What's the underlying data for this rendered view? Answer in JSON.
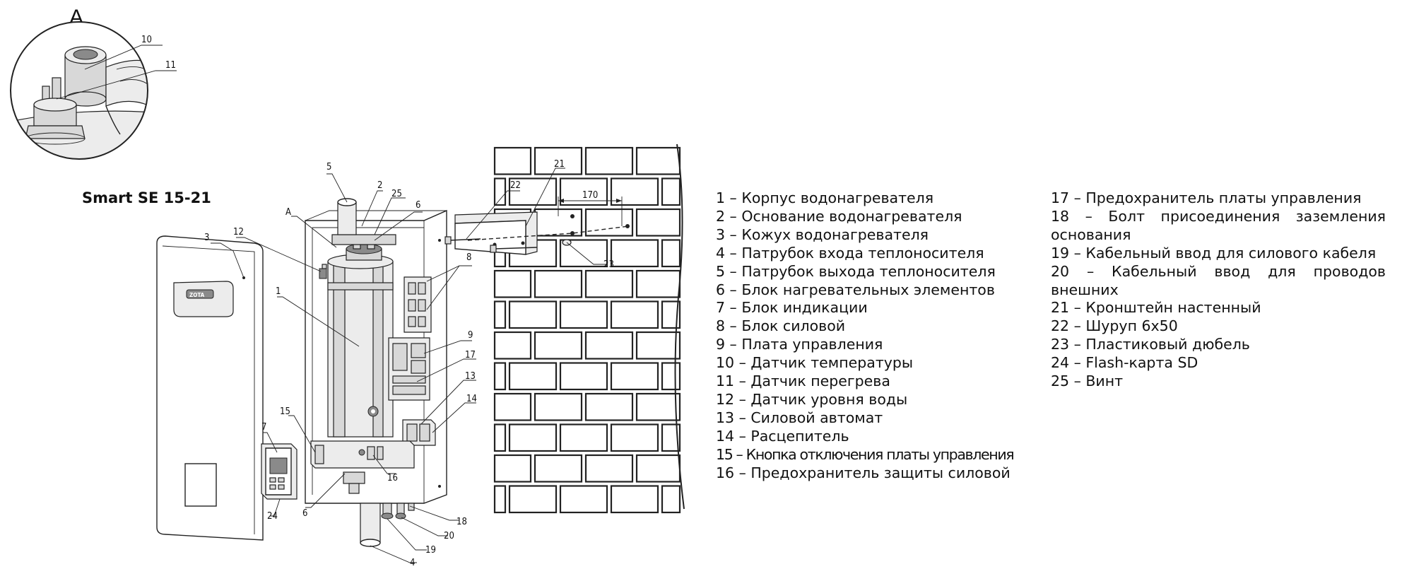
{
  "title": "Smart SE 15-21",
  "detail_view_letter": "A",
  "brand_plate": "ZOTA",
  "dimension": "170",
  "callouts": {
    "c1": "1",
    "c2": "2",
    "c3": "3",
    "c4": "4",
    "c5": "5",
    "c6a": "6",
    "c6b": "6",
    "c7": "7",
    "c8": "8",
    "c9": "9",
    "c10": "10",
    "c11": "11",
    "c12": "12",
    "c13": "13",
    "c14": "14",
    "c15": "15",
    "c16": "16",
    "c17": "17",
    "c18": "18",
    "c19": "19",
    "c20": "20",
    "c21": "21",
    "c22": "22",
    "c23": "23",
    "c24": "24",
    "c25": "25",
    "cA": "A"
  },
  "legend_left": [
    "1 – Корпус водонагревателя",
    "2 – Основание водонагревателя",
    "3 – Кожух водонагревателя",
    "4 – Патрубок входа теплоносителя",
    "5 – Патрубок выхода теплоносителя",
    "6 – Блок нагревательных элементов",
    "7 – Блок индикации",
    "8 – Блок силовой",
    "9 – Плата управления",
    "10 – Датчик температуры",
    "11 – Датчик перегрева",
    "12 – Датчик уровня воды",
    "13 – Силовой автомат",
    "14 – Расцепитель",
    "15 – Кнопка отключения платы управления",
    "16 – Предохранитель защиты силовой"
  ],
  "legend_right": [
    "17 – Предохранитель платы управления",
    "18 – Болт присоединения заземления основания",
    "19 – Кабельный ввод для силового кабеля",
    "20 – Кабельный ввод для проводов внешних",
    "21 – Кронштейн настенный",
    "22 – Шуруп 6х50",
    "23 – Пластиковый дюбель",
    "24 – Flash-карта SD",
    "25 – Винт"
  ]
}
